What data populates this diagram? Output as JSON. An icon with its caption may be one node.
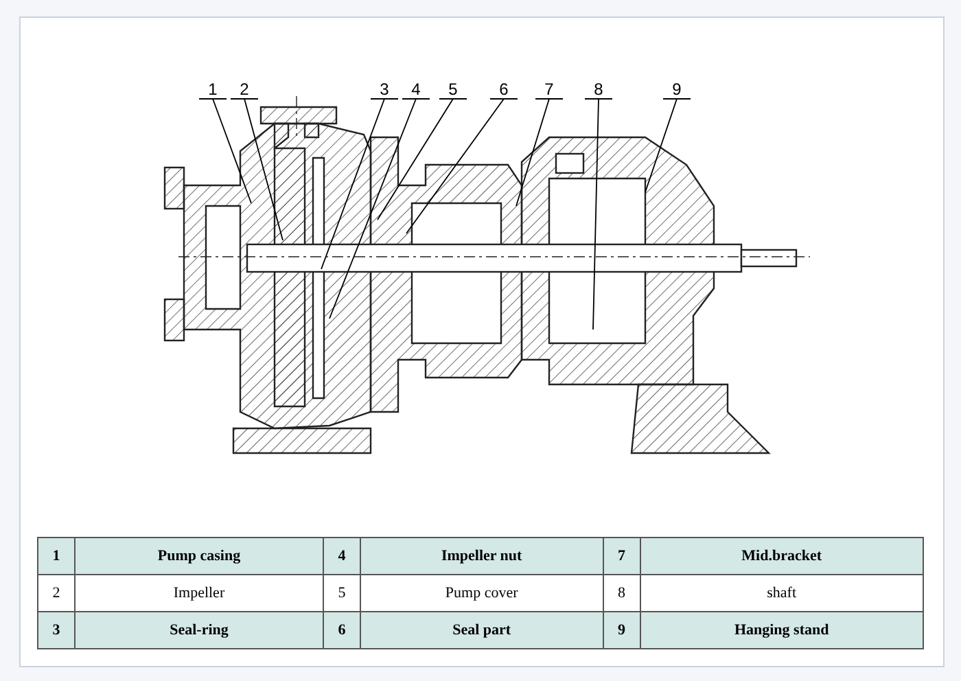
{
  "diagram": {
    "nodes": [
      {
        "text": [
          "1"
        ]
      },
      {
        "text": [
          "2"
        ]
      },
      {
        "text": [
          "3"
        ]
      },
      {
        "text": [
          "4"
        ]
      },
      {
        "text": [
          "5"
        ]
      },
      {
        "text": [
          "6"
        ]
      },
      {
        "text": [
          "7"
        ]
      },
      {
        "text": [
          "8"
        ]
      },
      {
        "text": [
          "9"
        ]
      }
    ],
    "edges": [
      {
        "from": 0,
        "to": null,
        "arrow": "none"
      },
      {
        "from": 1,
        "to": null,
        "arrow": "none"
      },
      {
        "from": 2,
        "to": null,
        "arrow": "none"
      },
      {
        "from": 3,
        "to": null,
        "arrow": "none"
      },
      {
        "from": 4,
        "to": null,
        "arrow": "none"
      },
      {
        "from": 5,
        "to": null,
        "arrow": "none"
      },
      {
        "from": 6,
        "to": null,
        "arrow": "none"
      },
      {
        "from": 7,
        "to": null,
        "arrow": "none"
      },
      {
        "from": 8,
        "to": null,
        "arrow": "none"
      }
    ],
    "labels": [
      "1",
      "Pump casing",
      "4",
      "Impeller nut",
      "7",
      "Mid.bracket",
      "2",
      "Impeller",
      "5",
      "Pump cover",
      "8",
      "shaft",
      "3",
      "Seal-ring",
      "6",
      "Seal part",
      "9",
      "Hanging stand"
    ]
  }
}
